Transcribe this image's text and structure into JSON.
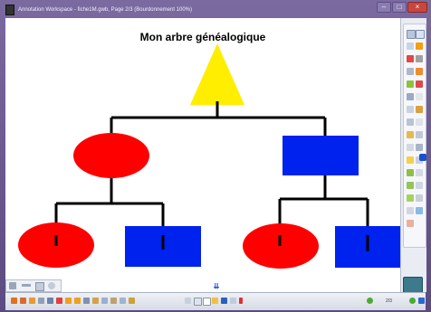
{
  "window": {
    "title": "Annotation Workspace - fiche1M.gwb, Page 2/3  (Bourdonnement 100%)",
    "buttons": [
      "minimize",
      "maximize",
      "close"
    ]
  },
  "canvas": {
    "title": "Mon arbre généalogique"
  },
  "bottombar": {
    "page_indicator": "2/3"
  },
  "colors": {
    "triangle": "#ffee00",
    "circle": "#ff0000",
    "rect": "#0022ee",
    "line": "#000000"
  }
}
